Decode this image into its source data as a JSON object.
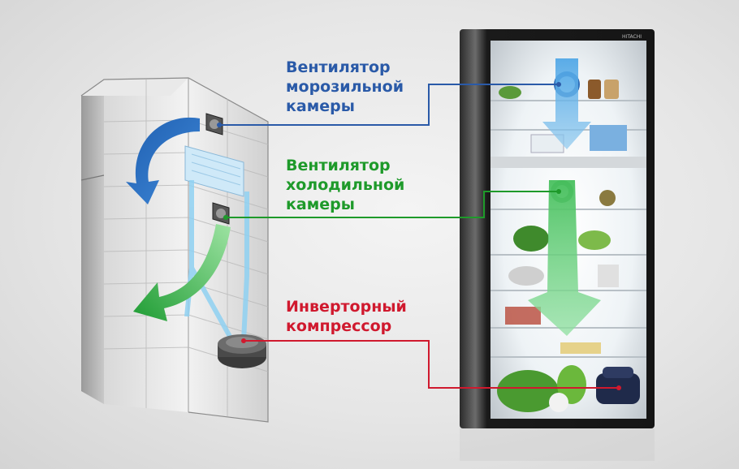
{
  "labels": {
    "freezer_fan": {
      "lines": [
        "Вентилятор",
        "морозильной",
        "камеры"
      ]
    },
    "fridge_fan": {
      "lines": [
        "Вентилятор",
        "холодильной",
        "камеры"
      ]
    },
    "compressor": {
      "lines": [
        "Инверторный",
        "компрессор"
      ]
    }
  },
  "colors": {
    "freezer_fan": "#2a5aa8",
    "fridge_fan": "#1e9a2a",
    "compressor": "#d0192e",
    "cold_air": "#7ec8f0",
    "flow_green": "#2fbf4f"
  },
  "fridge_brand": "HITACHI",
  "icons": [
    "freezer-fan-icon",
    "fridge-fan-icon",
    "compressor-icon",
    "blue-airflow-arrow",
    "green-airflow-arrow"
  ]
}
